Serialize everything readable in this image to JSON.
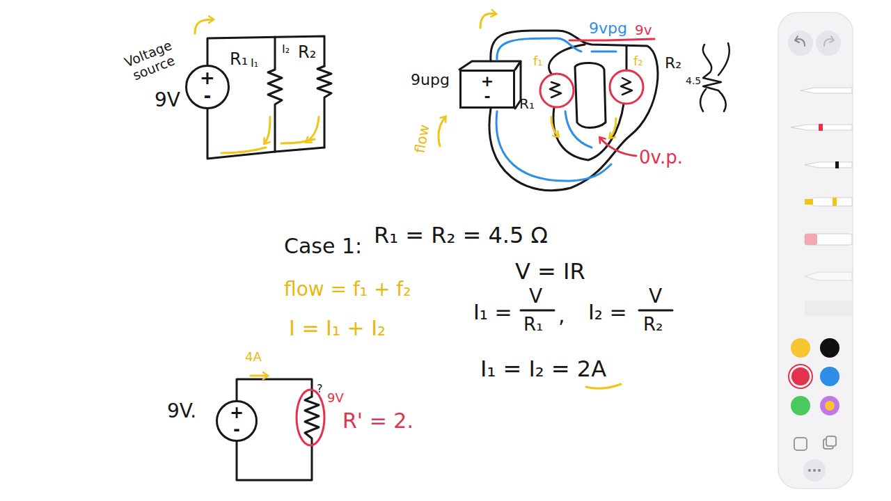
{
  "diagram": {
    "nodes": [
      {
        "text": [
          "+",
          "-"
        ]
      },
      {
        "text": [
          "+",
          "-"
        ]
      },
      {
        "text": [
          "+",
          "-"
        ]
      }
    ],
    "labels": [
      "Voltage source",
      "9V",
      "R₁",
      "I₁",
      "I₂",
      "R₂",
      "9upg",
      "f₁",
      "9vpg",
      "9v",
      "R₁",
      "f₂",
      "R₂",
      "4.5",
      "flow",
      "0v.p.",
      "Case 1:",
      "R₁ = R₂ = 4.5 Ω",
      "flow = f₁ + f₂",
      "V = IR",
      "I₁ =",
      "V",
      "R₁",
      ",",
      "I₂ =",
      "V",
      "R₂",
      "I = I₁ + I₂",
      "I₁ = I₂ = 2A",
      "4A",
      "9V.",
      "?",
      "9V",
      "R' = 2."
    ]
  }
}
